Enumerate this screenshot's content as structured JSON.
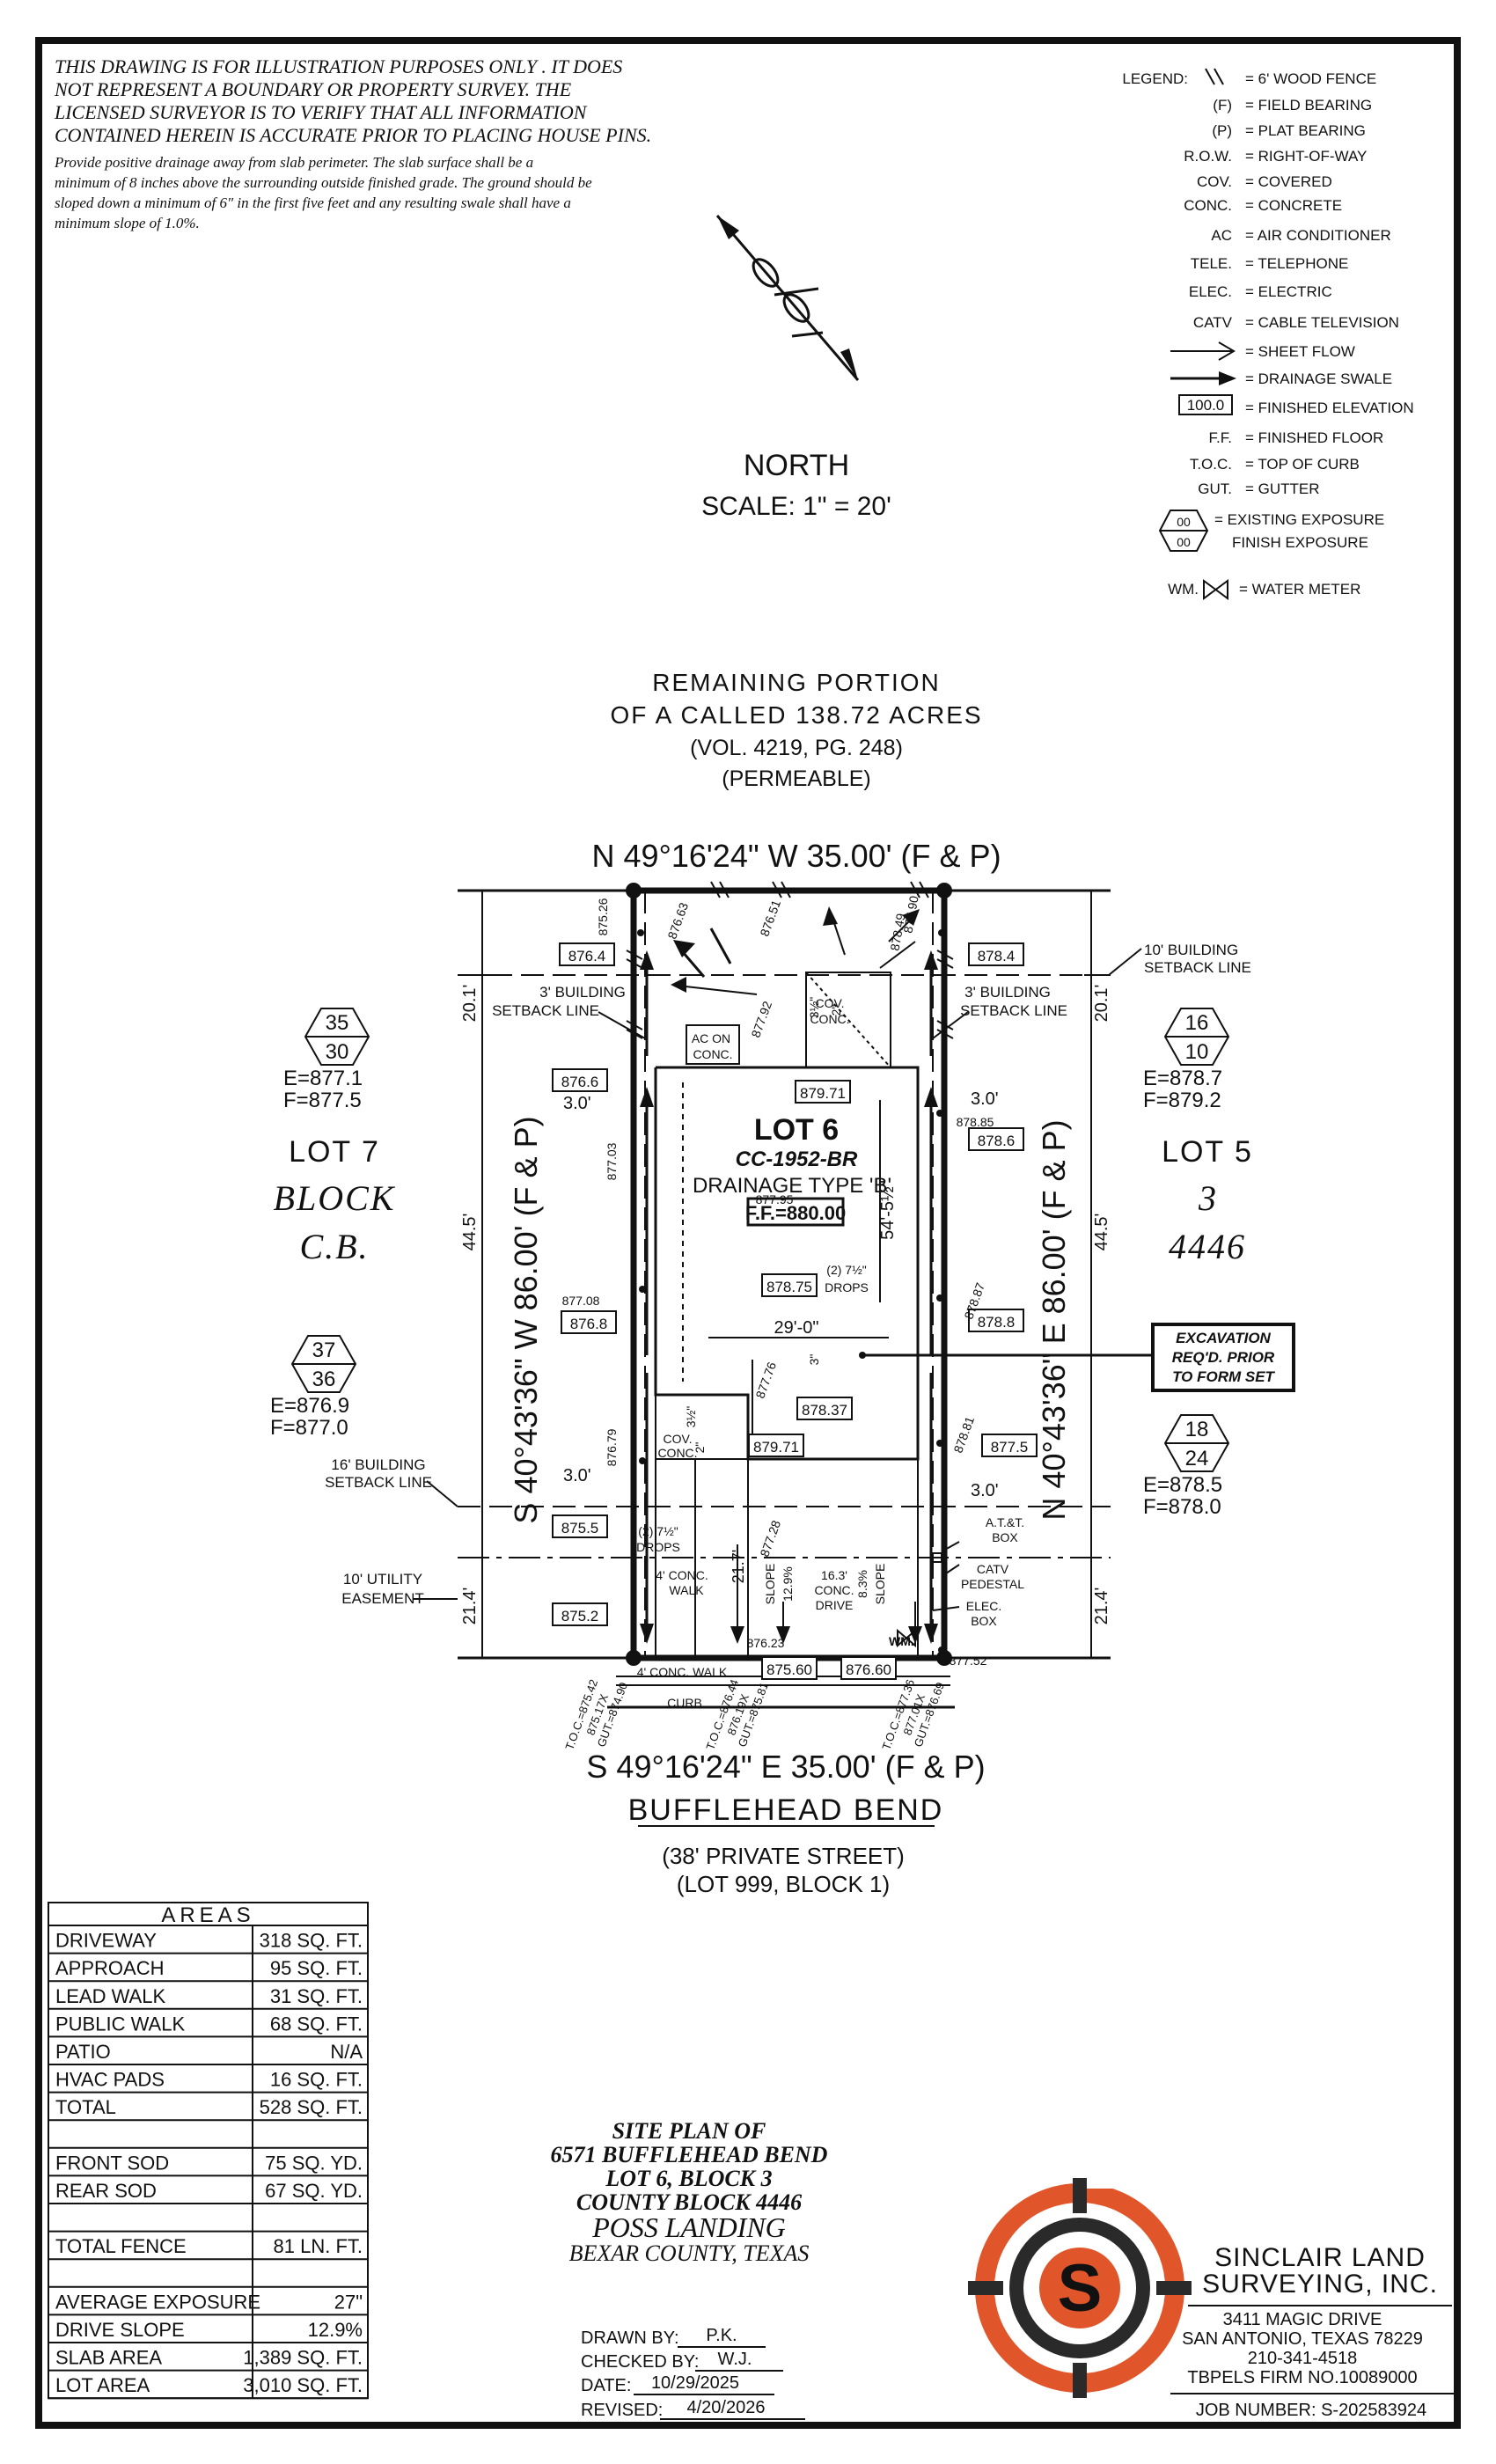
{
  "disclaimer": {
    "lines": [
      "THIS DRAWING IS FOR ILLUSTRATION PURPOSES ONLY . IT DOES",
      "NOT REPRESENT A BOUNDARY OR PROPERTY SURVEY. THE",
      "LICENSED SURVEYOR IS TO VERIFY THAT ALL INFORMATION",
      "CONTAINED HEREIN IS ACCURATE PRIOR TO PLACING HOUSE PINS."
    ],
    "drainage_lines": [
      "Provide positive drainage away from slab perimeter. The slab surface shall be a",
      "minimum of 8 inches above the surrounding outside finished grade. The ground should be",
      "sloped down a minimum of 6\" in the first five feet and any resulting swale shall have a",
      "minimum slope of 1.0%."
    ]
  },
  "north": {
    "label": "NORTH",
    "scale": "SCALE:  1\"  =  20'"
  },
  "legend": {
    "title": "LEGEND:",
    "items": [
      {
        "sym": "\\\\",
        "desc": "= 6' WOOD FENCE"
      },
      {
        "sym": "(F)",
        "desc": "= FIELD BEARING"
      },
      {
        "sym": "(P)",
        "desc": "= PLAT BEARING"
      },
      {
        "sym": "R.O.W.",
        "desc": "= RIGHT-OF-WAY"
      },
      {
        "sym": "COV.",
        "desc": "= COVERED"
      },
      {
        "sym": "CONC.",
        "desc": "= CONCRETE"
      },
      {
        "sym": "AC",
        "desc": "= AIR CONDITIONER"
      },
      {
        "sym": "TELE.",
        "desc": "= TELEPHONE"
      },
      {
        "sym": "ELEC.",
        "desc": "= ELECTRIC"
      },
      {
        "sym": "CATV",
        "desc": "= CABLE TELEVISION"
      },
      {
        "sym": "",
        "desc": "= SHEET FLOW"
      },
      {
        "sym": "",
        "desc": "= DRAINAGE SWALE"
      },
      {
        "sym": "100.0",
        "desc": "= FINISHED ELEVATION"
      },
      {
        "sym": "F.F.",
        "desc": "= FINISHED FLOOR"
      },
      {
        "sym": "T.O.C.",
        "desc": "= TOP OF CURB"
      },
      {
        "sym": "GUT.",
        "desc": "= GUTTER"
      }
    ],
    "exposure_sym": "00",
    "exposure_desc1": "= EXISTING EXPOSURE",
    "exposure_desc2": "FINISH EXPOSURE",
    "wm_sym": "WM.",
    "wm_desc": "= WATER METER"
  },
  "remaining": {
    "l1": "REMAINING PORTION",
    "l2": "OF A CALLED 138.72 ACRES",
    "l3": "(VOL. 4219, PG. 248)",
    "l4": "(PERMEABLE)"
  },
  "bearings": {
    "top": "N 49°16'24\" W 35.00' (F & P)",
    "bottom": "S 49°16'24\" E 35.00' (F & P)",
    "left": "S 40°43'36\" W 86.00' (F & P)",
    "right": "N 40°43'36\" E 86.00' (F & P)"
  },
  "street": {
    "name": "BUFFLEHEAD BEND",
    "l2": "(38' PRIVATE STREET)",
    "l3": "(LOT 999, BLOCK 1)"
  },
  "lot": {
    "name": "LOT 6",
    "plan": "CC-1952-BR",
    "drainage": "DRAINAGE TYPE 'B'",
    "ff": "F.F.=880.00"
  },
  "lot7": {
    "l1": "LOT 7",
    "l2": "BLOCK",
    "l3": "C.B."
  },
  "lot5": {
    "l1": "LOT 5",
    "l2": "3",
    "l3": "4446"
  },
  "hexes": [
    {
      "top": "35",
      "bot": "30",
      "e": "E=877.1",
      "f": "F=877.5"
    },
    {
      "top": "16",
      "bot": "10",
      "e": "E=878.7",
      "f": "F=879.2"
    },
    {
      "top": "37",
      "bot": "36",
      "e": "E=876.9",
      "f": "F=877.0"
    },
    {
      "top": "18",
      "bot": "24",
      "e": "E=878.5",
      "f": "F=878.0"
    }
  ],
  "elev_boxes": {
    "b876_4": "876.4",
    "b878_4": "878.4",
    "b876_6": "876.6",
    "b878_6": "878.6",
    "b876_8": "876.8",
    "b878_8": "878.8",
    "b875_5": "875.5",
    "b877_5": "877.5",
    "b875_2": "875.2",
    "b875_60": "875.60",
    "b876_60": "876.60",
    "b879_71a": "879.71",
    "b878_75": "878.75",
    "b878_37": "878.37",
    "b879_71b": "879.71"
  },
  "spot_elev": {
    "e875_26": "875.26",
    "e876_63": "876.63",
    "e876_51": "876.51",
    "e877_90": "877.90",
    "e878_49": "878.49",
    "e877_92": "877.92",
    "e877_03": "877.03",
    "e878_85": "878.85",
    "e877_95": "877.95",
    "e877_08": "877.08",
    "e878_87": "878.87",
    "e877_76": "877.76",
    "e876_79": "876.79",
    "e878_81": "878.81",
    "e877_28": "877.28",
    "e876_23": "876.23",
    "e877_52": "877.52"
  },
  "curb_labels": {
    "c1": "T.O.C.=875.42",
    "c1b": "875.17X",
    "c1c": "GUT.=874.90",
    "c2": "T.O.C.=876.44",
    "c2b": "876.19X",
    "c2c": "GUT.=875.81",
    "c3": "T.O.C.=877.36",
    "c3b": "877.01X",
    "c3c": "GUT.=876.69"
  },
  "dims": {
    "d20_1": "20.1'",
    "d44_5": "44.5'",
    "d21_4": "21.4'",
    "d3_0": "3.0'",
    "house_w": "29'-0\"",
    "house_l": "54'-5½\"",
    "d21_7": "21.7'"
  },
  "notes": {
    "setback10": "10' BUILDING",
    "setback10b": "SETBACK LINE",
    "setback3": "3' BUILDING",
    "setback3b": "SETBACK LINE",
    "setback16": "16' BUILDING",
    "setback16b": "SETBACK LINE",
    "utility": "10' UTILITY",
    "utilityb": "EASEMENT",
    "ac": "AC ON",
    "acb": "CONC.",
    "covconc": "COV.",
    "covconcb": "CONC.",
    "drops": "(2) 7½\"",
    "dropsb": "DROPS",
    "conc_walk": "4' CONC.",
    "conc_walkb": "WALK",
    "front_walk": "4' CONC. WALK",
    "curb": "CURB",
    "conc_drive": "16.3'",
    "conc_driveb": "CONC.",
    "conc_drivec": "DRIVE",
    "slope": "SLOPE",
    "slope_val": "12.9%",
    "slope2": "SLOPE",
    "slope2_val": "8.3%",
    "att": "A.T.&T.",
    "attb": "BOX",
    "catv": "CATV",
    "catvb": "PEDESTAL",
    "elec": "ELEC.",
    "elecb": "BOX",
    "wm": "WM.",
    "two_in": "2\"",
    "three_in": "3\"",
    "step": "3½\""
  },
  "excavation": {
    "l1": "EXCAVATION",
    "l2": "REQ'D. PRIOR",
    "l3": "TO FORM SET"
  },
  "areas": {
    "title": "AREAS",
    "rows": [
      {
        "k": "DRIVEWAY",
        "v": "318 SQ. FT."
      },
      {
        "k": "APPROACH",
        "v": "95 SQ. FT."
      },
      {
        "k": "LEAD WALK",
        "v": "31 SQ. FT."
      },
      {
        "k": "PUBLIC WALK",
        "v": "68 SQ. FT."
      },
      {
        "k": "PATIO",
        "v": "N/A"
      },
      {
        "k": "HVAC PADS",
        "v": "16 SQ. FT."
      },
      {
        "k": "TOTAL",
        "v": "528 SQ. FT."
      },
      {
        "k": "",
        "v": ""
      },
      {
        "k": "FRONT SOD",
        "v": "75 SQ. YD."
      },
      {
        "k": "REAR SOD",
        "v": "67 SQ. YD."
      },
      {
        "k": "",
        "v": ""
      },
      {
        "k": "TOTAL FENCE",
        "v": "81 LN. FT."
      },
      {
        "k": "",
        "v": ""
      },
      {
        "k": "AVERAGE EXPOSURE",
        "v": "27\""
      },
      {
        "k": "DRIVE SLOPE",
        "v": "12.9%"
      },
      {
        "k": "SLAB AREA",
        "v": "1,389 SQ. FT."
      },
      {
        "k": "LOT AREA",
        "v": "3,010 SQ. FT."
      }
    ]
  },
  "site_plan": {
    "l1": "SITE PLAN OF",
    "l2": "6571 BUFFLEHEAD BEND",
    "l3": "LOT 6, BLOCK 3",
    "l4": "COUNTY BLOCK 4446",
    "l5": "POSS LANDING",
    "l6": "BEXAR COUNTY, TEXAS"
  },
  "drawn": {
    "drawn_k": "DRAWN BY:",
    "drawn_v": "P.K.",
    "checked_k": "CHECKED BY:",
    "checked_v": "W.J.",
    "date_k": "DATE:",
    "date_v": "10/29/2025",
    "revised_k": "REVISED:",
    "revised_v": "4/20/2026"
  },
  "company": {
    "l1": "SINCLAIR LAND",
    "l2": "SURVEYING, INC.",
    "addr1": "3411 MAGIC DRIVE",
    "addr2": "SAN ANTONIO, TEXAS 78229",
    "phone": "210-341-4518",
    "firm": "TBPELS FIRM NO.10089000",
    "job": "JOB NUMBER:  S-202583924",
    "logo_letter": "S"
  },
  "colors": {
    "logo_orange": "#e0562a",
    "logo_dark": "#2a2a2a"
  }
}
